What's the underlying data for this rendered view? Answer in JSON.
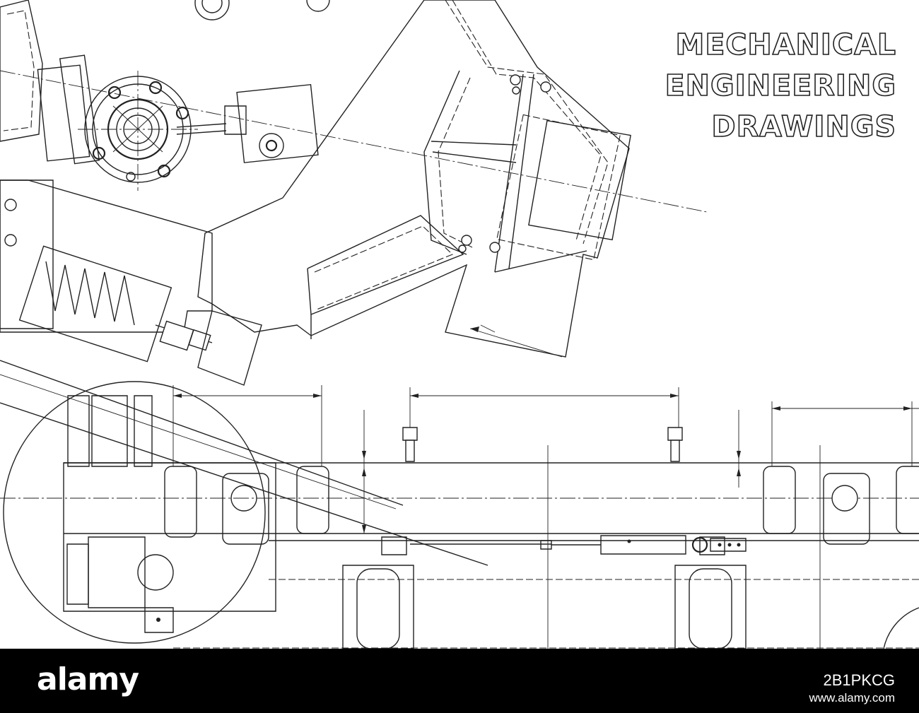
{
  "title": {
    "line1": "MECHANICAL",
    "line2": "ENGINEERING",
    "line3": "DRAWINGS"
  },
  "footer": {
    "logo_text": "alamy",
    "image_id": "2B1PKCG",
    "url": "www.alamy.com"
  },
  "colors": {
    "line": "#222222",
    "paper": "#ffffff",
    "footer_bg": "#000000"
  }
}
